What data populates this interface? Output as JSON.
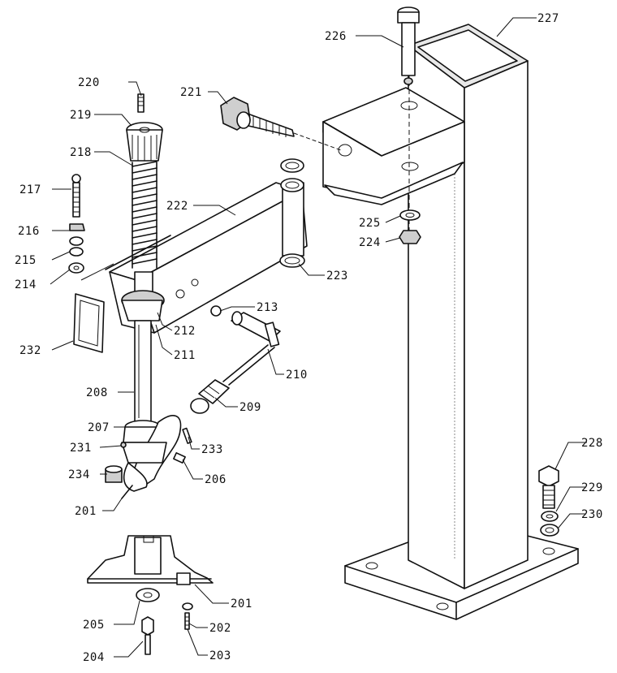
{
  "labels": {
    "201": "201",
    "202": "202",
    "203": "203",
    "204": "204",
    "205": "205",
    "206": "206",
    "207": "207",
    "208": "208",
    "209": "209",
    "210": "210",
    "211": "211",
    "212": "212",
    "213": "213",
    "214": "214",
    "215": "215",
    "216": "216",
    "217": "217",
    "218": "218",
    "219": "219",
    "220": "220",
    "221": "221",
    "222": "222",
    "223": "223",
    "224": "224",
    "225": "225",
    "226": "226",
    "227": "227",
    "228": "228",
    "229": "229",
    "230": "230",
    "231": "231",
    "232": "232",
    "233": "233",
    "234": "234"
  },
  "colors": {
    "line": "#111111",
    "paper": "#ffffff",
    "shade": "#e8e8e8"
  }
}
